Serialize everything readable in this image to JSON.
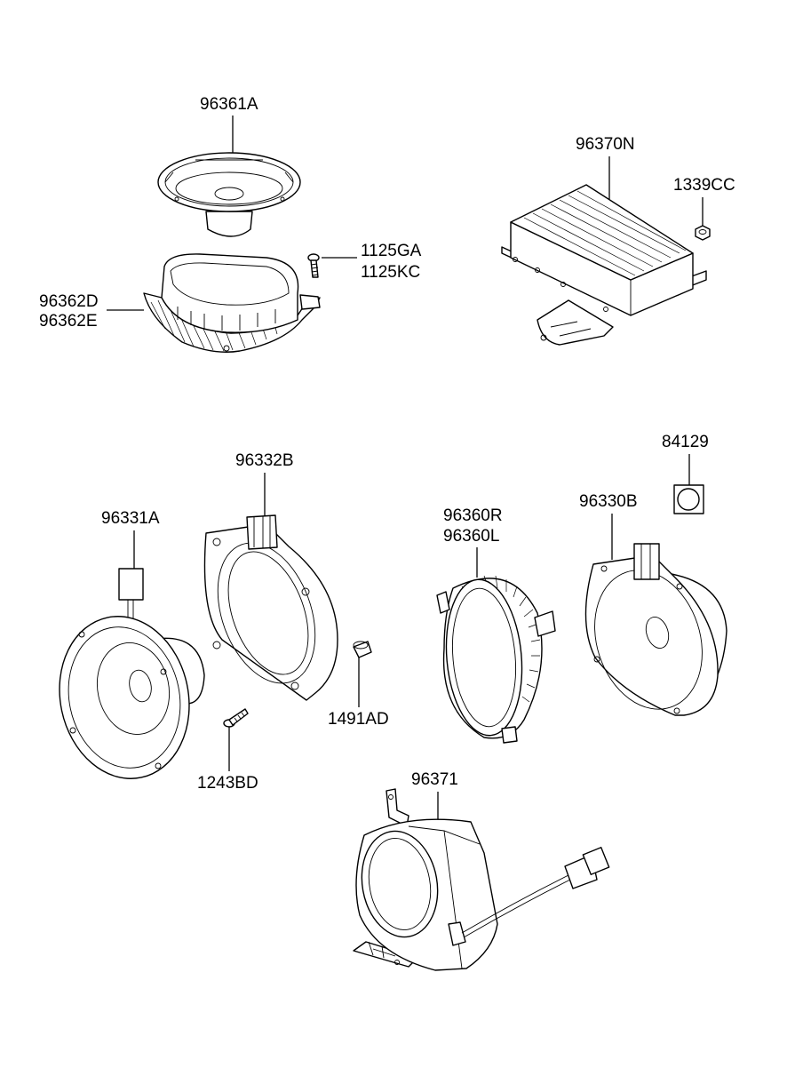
{
  "parts": {
    "p96361A": "96361A",
    "p96362D": "96362D",
    "p96362E": "96362E",
    "p1125GA": "1125GA",
    "p1125KC": "1125KC",
    "p96370N": "96370N",
    "p1339CC": "1339CC",
    "p84129": "84129",
    "p96332B": "96332B",
    "p96331A": "96331A",
    "p96360R": "96360R",
    "p96360L": "96360L",
    "p96330B": "96330B",
    "p1491AD": "1491AD",
    "p1243BD": "1243BD",
    "p96371": "96371"
  }
}
